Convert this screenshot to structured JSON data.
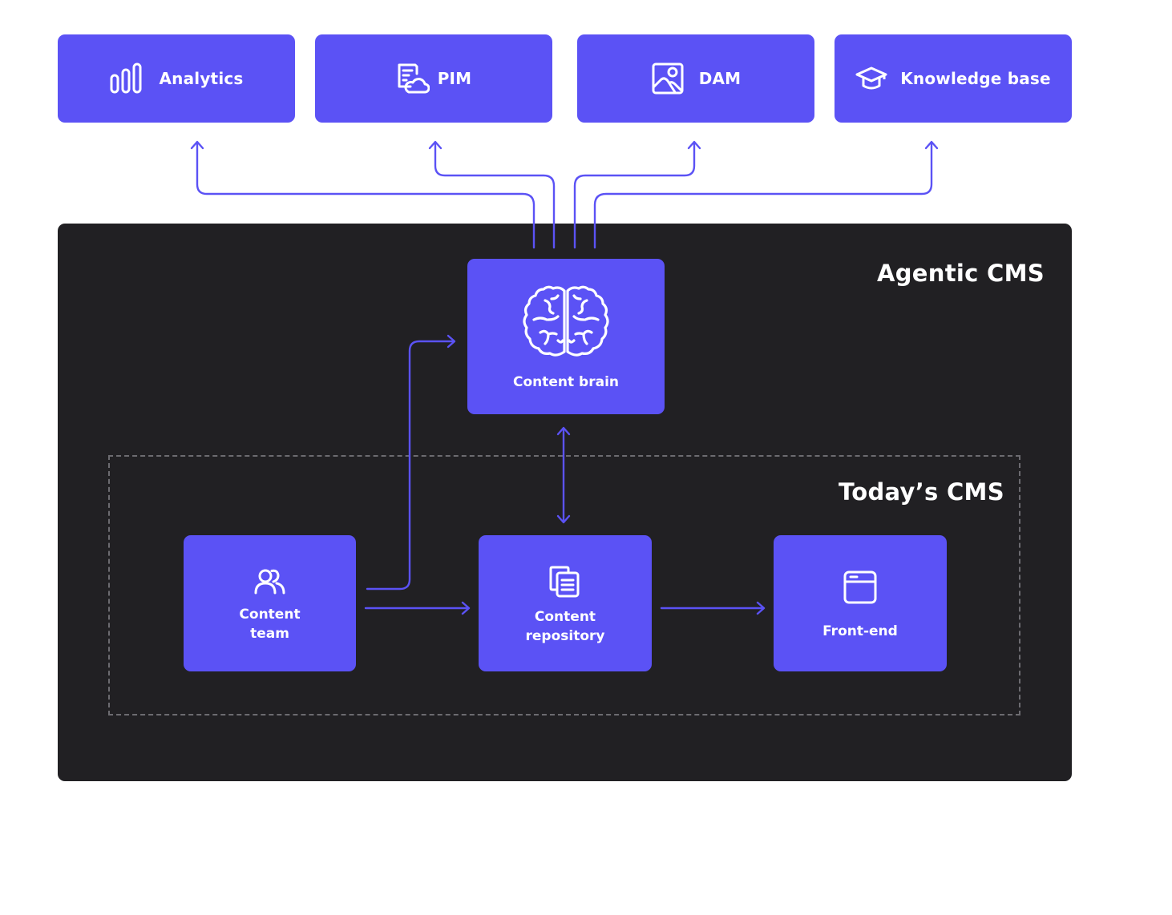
{
  "colors": {
    "accent": "#5b52f5",
    "panel_bg": "#212023",
    "dashed_border": "#6c6b70",
    "text": "#ffffff"
  },
  "external_systems": [
    {
      "id": "analytics",
      "label": "Analytics",
      "icon": "bar-chart-icon"
    },
    {
      "id": "pim",
      "label": "PIM",
      "icon": "document-cloud-icon"
    },
    {
      "id": "dam",
      "label": "DAM",
      "icon": "image-icon"
    },
    {
      "id": "knowledge-base",
      "label": "Knowledge base",
      "icon": "graduation-cap-icon"
    }
  ],
  "agentic_cms": {
    "title": "Agentic CMS",
    "content_brain": {
      "label": "Content brain",
      "icon": "brain-icon"
    }
  },
  "todays_cms": {
    "title": "Today’s CMS",
    "nodes": [
      {
        "id": "content-team",
        "label": "Content\nteam",
        "icon": "users-icon"
      },
      {
        "id": "content-repository",
        "label": "Content\nrepository",
        "icon": "documents-icon"
      },
      {
        "id": "front-end",
        "label": "Front-end",
        "icon": "browser-window-icon"
      }
    ]
  },
  "connections": [
    {
      "from": "content-brain",
      "to": "analytics",
      "type": "arrow"
    },
    {
      "from": "content-brain",
      "to": "pim",
      "type": "arrow"
    },
    {
      "from": "content-brain",
      "to": "dam",
      "type": "arrow"
    },
    {
      "from": "content-brain",
      "to": "knowledge-base",
      "type": "arrow"
    },
    {
      "from": "content-team",
      "to": "content-brain",
      "type": "arrow"
    },
    {
      "from": "content-team",
      "to": "content-repository",
      "type": "arrow"
    },
    {
      "from": "content-repository",
      "to": "front-end",
      "type": "arrow"
    },
    {
      "from": "content-brain",
      "to": "content-repository",
      "type": "bidirectional"
    }
  ]
}
